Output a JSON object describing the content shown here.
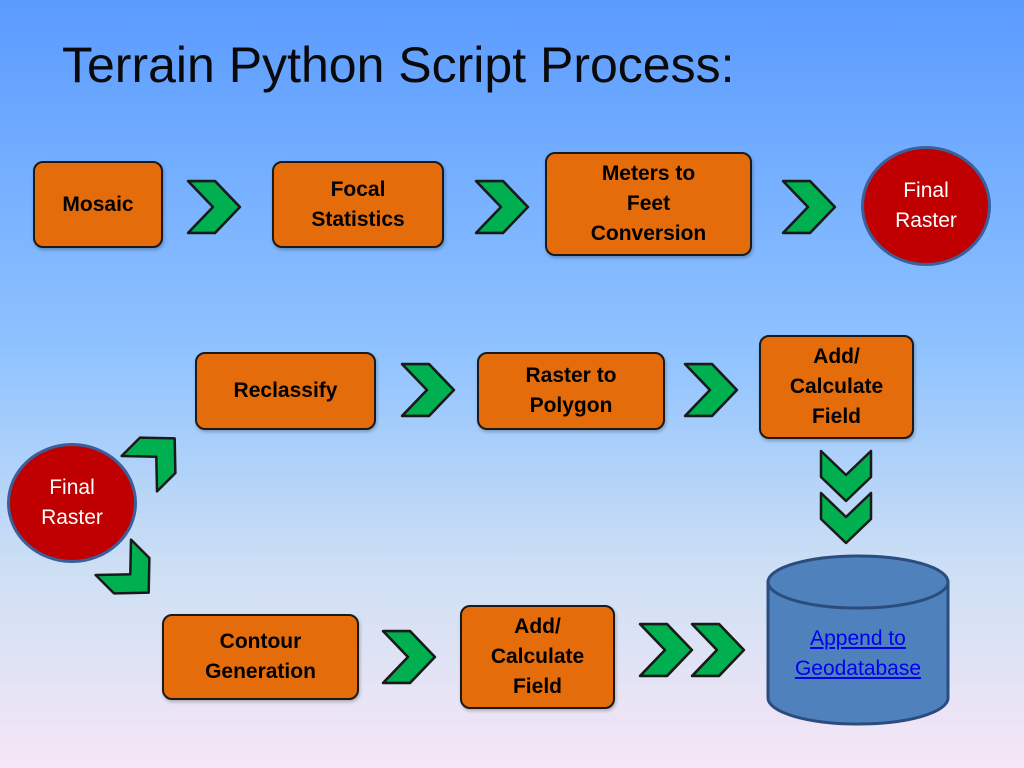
{
  "slide": {
    "title": "Terrain Python Script Process:"
  },
  "top_row": {
    "mosaic": "Mosaic",
    "focal_statistics": "Focal\nStatistics",
    "meters_to_feet": "Meters to\nFeet\nConversion",
    "final_raster": "Final\nRaster"
  },
  "start_node": {
    "final_raster": "Final\nRaster"
  },
  "upper_branch": {
    "reclassify": "Reclassify",
    "raster_to_polygon": "Raster to\nPolygon",
    "add_calculate_field": "Add/\nCalculate\nField"
  },
  "lower_branch": {
    "contour_generation": "Contour\nGeneration",
    "add_calculate_field": "Add/\nCalculate\nField"
  },
  "database": {
    "link_text": "Append to\nGeodatabase",
    "icon": "database-cylinder-icon"
  },
  "colors": {
    "process_box": "#e46c0a",
    "terminal_circle": "#c00000",
    "arrow_fill": "#00b050",
    "database": "#4f81bd"
  }
}
